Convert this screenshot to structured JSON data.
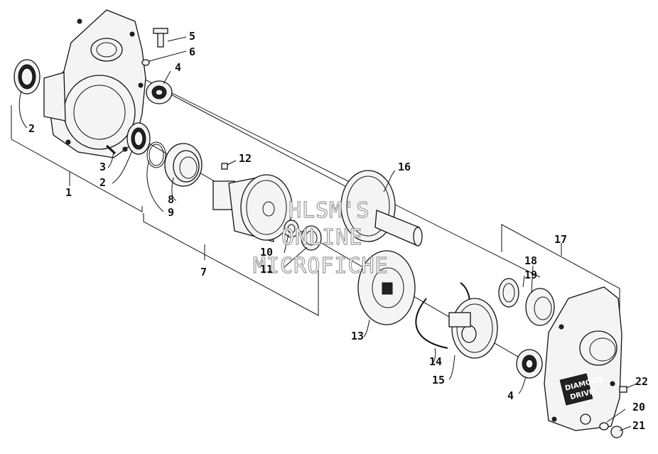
{
  "callouts": {
    "c1": "1",
    "c2a": "2",
    "c2b": "2",
    "c3": "3",
    "c4a": "4",
    "c4b": "4",
    "c5": "5",
    "c6": "6",
    "c7": "7",
    "c8": "8",
    "c9": "9",
    "c10": "10",
    "c11": "11",
    "c12": "12",
    "c13": "13",
    "c14": "14",
    "c15": "15",
    "c16": "16",
    "c17": "17",
    "c18": "18",
    "c19": "19",
    "c20": "20",
    "c21": "21",
    "c22": "22"
  },
  "watermark": {
    "line1": "HLSM'S",
    "line2": "ONLINE",
    "line3": "MICROFICHE"
  },
  "plate": {
    "line1": "DIAMOND",
    "line2": "DRIVE"
  }
}
